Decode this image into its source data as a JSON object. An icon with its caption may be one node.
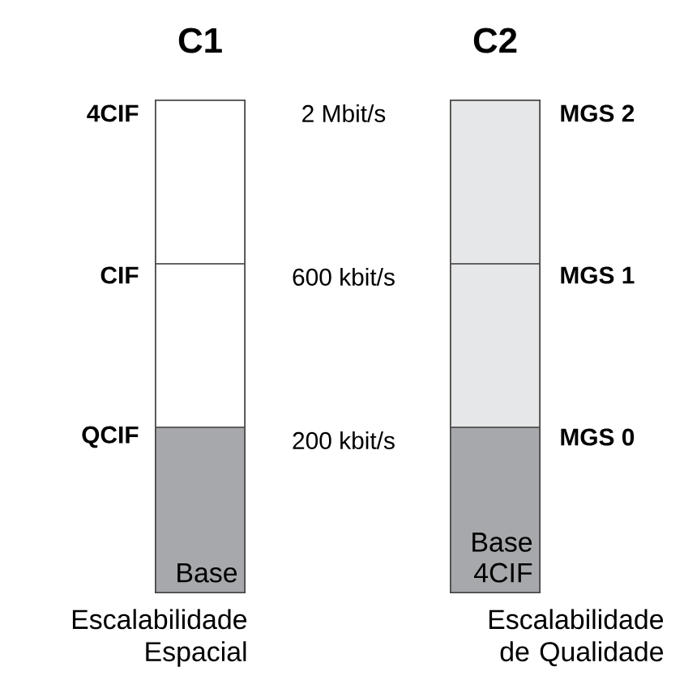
{
  "diagram": {
    "nodes": [
      {
        "text": [
          "C1"
        ],
        "beside": [
          "Escalabilidade Espacial"
        ]
      },
      {
        "text": [],
        "shape": "box",
        "in": 0
      },
      {
        "text": [],
        "shape": "box",
        "in": 0
      },
      {
        "text": [
          "Base"
        ],
        "in": 0
      },
      {
        "text": [
          "C2"
        ],
        "beside": [
          "Escalabilidade de Qualidade"
        ]
      },
      {
        "text": [],
        "shape": "box",
        "in": 4
      },
      {
        "text": [],
        "shape": "box",
        "in": 4
      },
      {
        "text": [
          "Base 4CIF"
        ],
        "in": 4
      }
    ],
    "labels": [
      "4CIF",
      "2 Mbit/s",
      "MGS 2",
      "CIF",
      "600 kbit/s",
      "MGS 1",
      "QCIF",
      "200 kbit/s",
      "MGS 0"
    ]
  }
}
